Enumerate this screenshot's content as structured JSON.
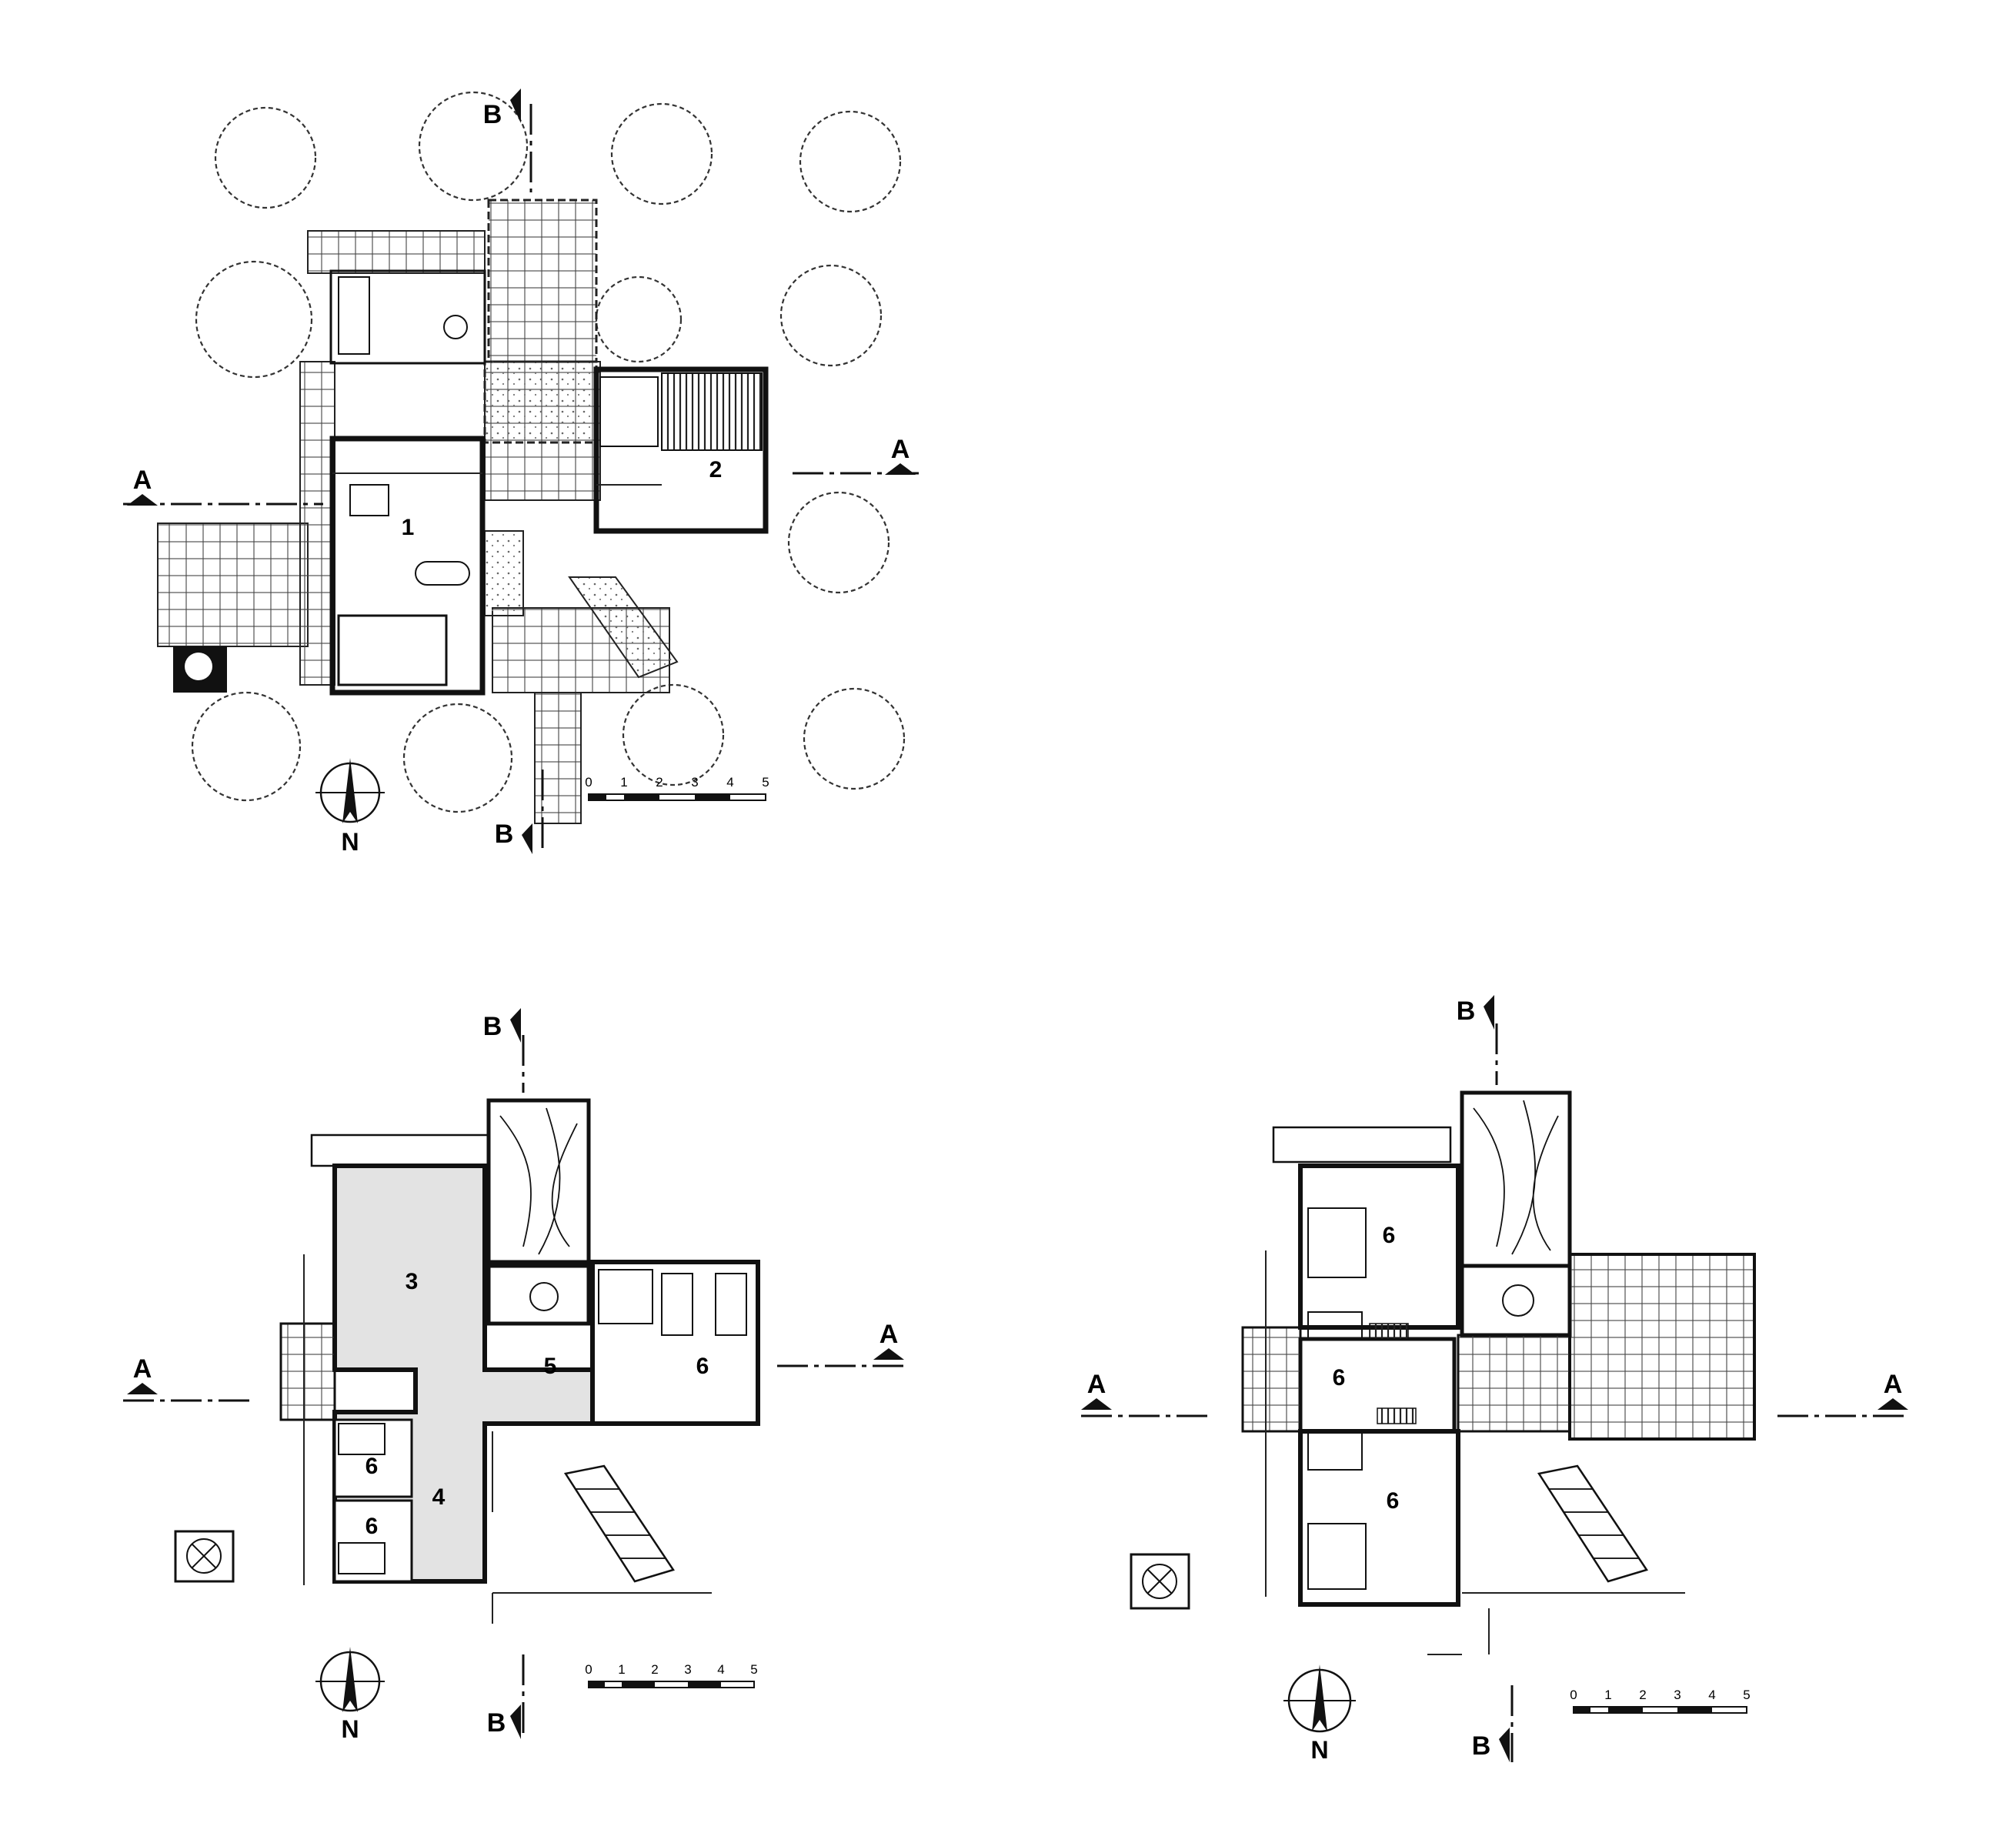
{
  "plans": [
    {
      "id": "ground",
      "rooms": [
        {
          "label": "1"
        },
        {
          "label": "2"
        }
      ],
      "section_markers": {
        "a": "A",
        "b": "B"
      },
      "north": "N",
      "scale_labels": [
        "0",
        "1",
        "2",
        "3",
        "4",
        "5"
      ]
    },
    {
      "id": "upper-1",
      "rooms": [
        {
          "label": "3"
        },
        {
          "label": "4"
        },
        {
          "label": "5"
        },
        {
          "label": "6"
        },
        {
          "label": "6"
        },
        {
          "label": "6"
        }
      ],
      "section_markers": {
        "a": "A",
        "b": "B"
      },
      "north": "N",
      "scale_labels": [
        "0",
        "1",
        "2",
        "3",
        "4",
        "5"
      ]
    },
    {
      "id": "upper-2",
      "rooms": [
        {
          "label": "6"
        },
        {
          "label": "6"
        },
        {
          "label": "6"
        }
      ],
      "section_markers": {
        "a": "A",
        "b": "B"
      },
      "north": "N",
      "scale_labels": [
        "0",
        "1",
        "2",
        "3",
        "4",
        "5"
      ]
    }
  ],
  "colors": {
    "ink": "#111111",
    "shade": "#e3e3e3",
    "paper": "#ffffff"
  }
}
